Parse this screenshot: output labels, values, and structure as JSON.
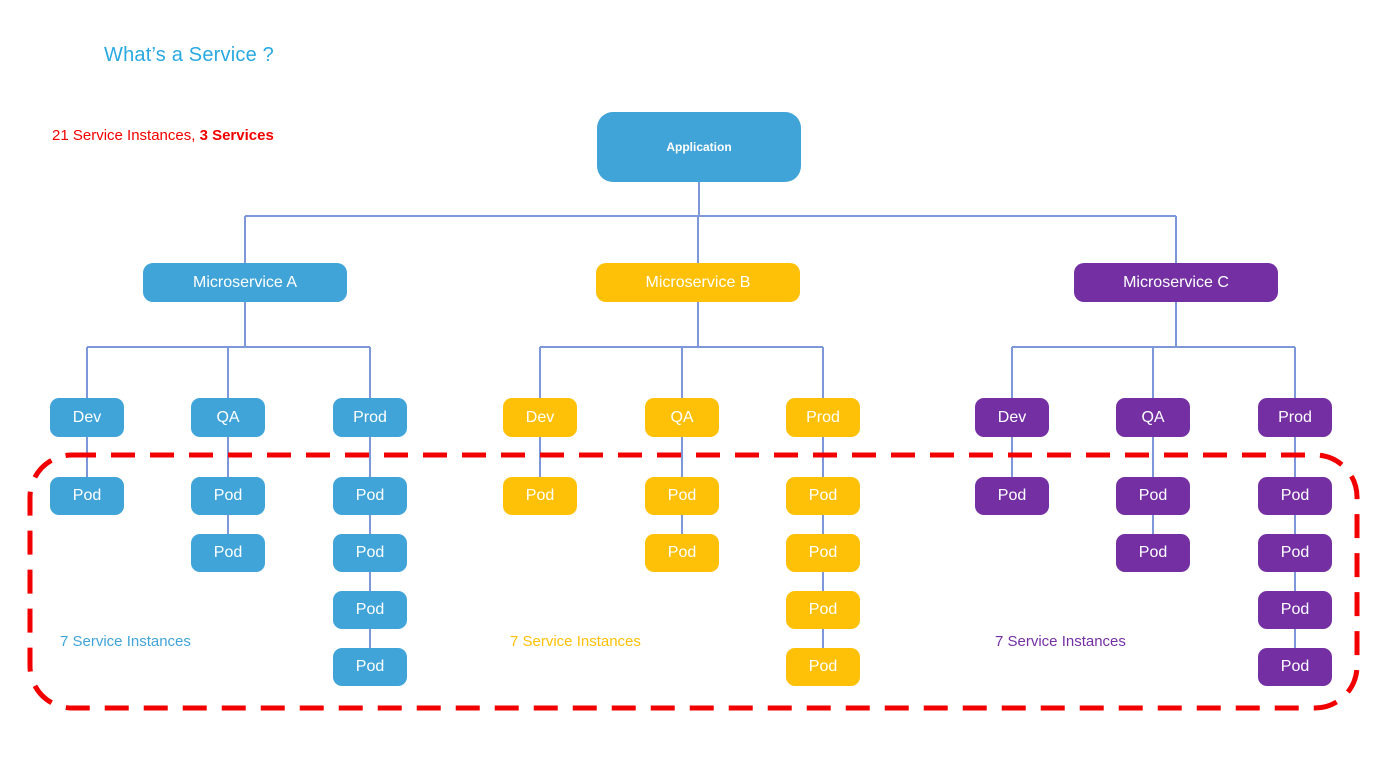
{
  "page": {
    "title": "What’s a Service ?"
  },
  "summary": {
    "prefix": "21 Service Instances, ",
    "bold": "3 Services"
  },
  "colors": {
    "blue": "#41a4d8",
    "yellow": "#ffc107",
    "purple": "#7430a3",
    "red": "#f20000",
    "line": "#7e97d8",
    "title": "#29a9e1"
  },
  "diagram": {
    "root": {
      "label": "Application",
      "color_key": "blue"
    },
    "groups": [
      {
        "label": "Microservice A",
        "color_key": "blue",
        "instances_label": "7 Service Instances",
        "envs": [
          {
            "label": "Dev",
            "pods": [
              "Pod"
            ]
          },
          {
            "label": "QA",
            "pods": [
              "Pod",
              "Pod"
            ]
          },
          {
            "label": "Prod",
            "pods": [
              "Pod",
              "Pod",
              "Pod",
              "Pod"
            ]
          }
        ]
      },
      {
        "label": "Microservice B",
        "color_key": "yellow",
        "instances_label": "7 Service Instances",
        "envs": [
          {
            "label": "Dev",
            "pods": [
              "Pod"
            ]
          },
          {
            "label": "QA",
            "pods": [
              "Pod",
              "Pod"
            ]
          },
          {
            "label": "Prod",
            "pods": [
              "Pod",
              "Pod",
              "Pod",
              "Pod"
            ]
          }
        ]
      },
      {
        "label": "Microservice C",
        "color_key": "purple",
        "instances_label": "7 Service Instances",
        "envs": [
          {
            "label": "Dev",
            "pods": [
              "Pod"
            ]
          },
          {
            "label": "QA",
            "pods": [
              "Pod",
              "Pod"
            ]
          },
          {
            "label": "Prod",
            "pods": [
              "Pod",
              "Pod",
              "Pod",
              "Pod"
            ]
          }
        ]
      }
    ]
  }
}
